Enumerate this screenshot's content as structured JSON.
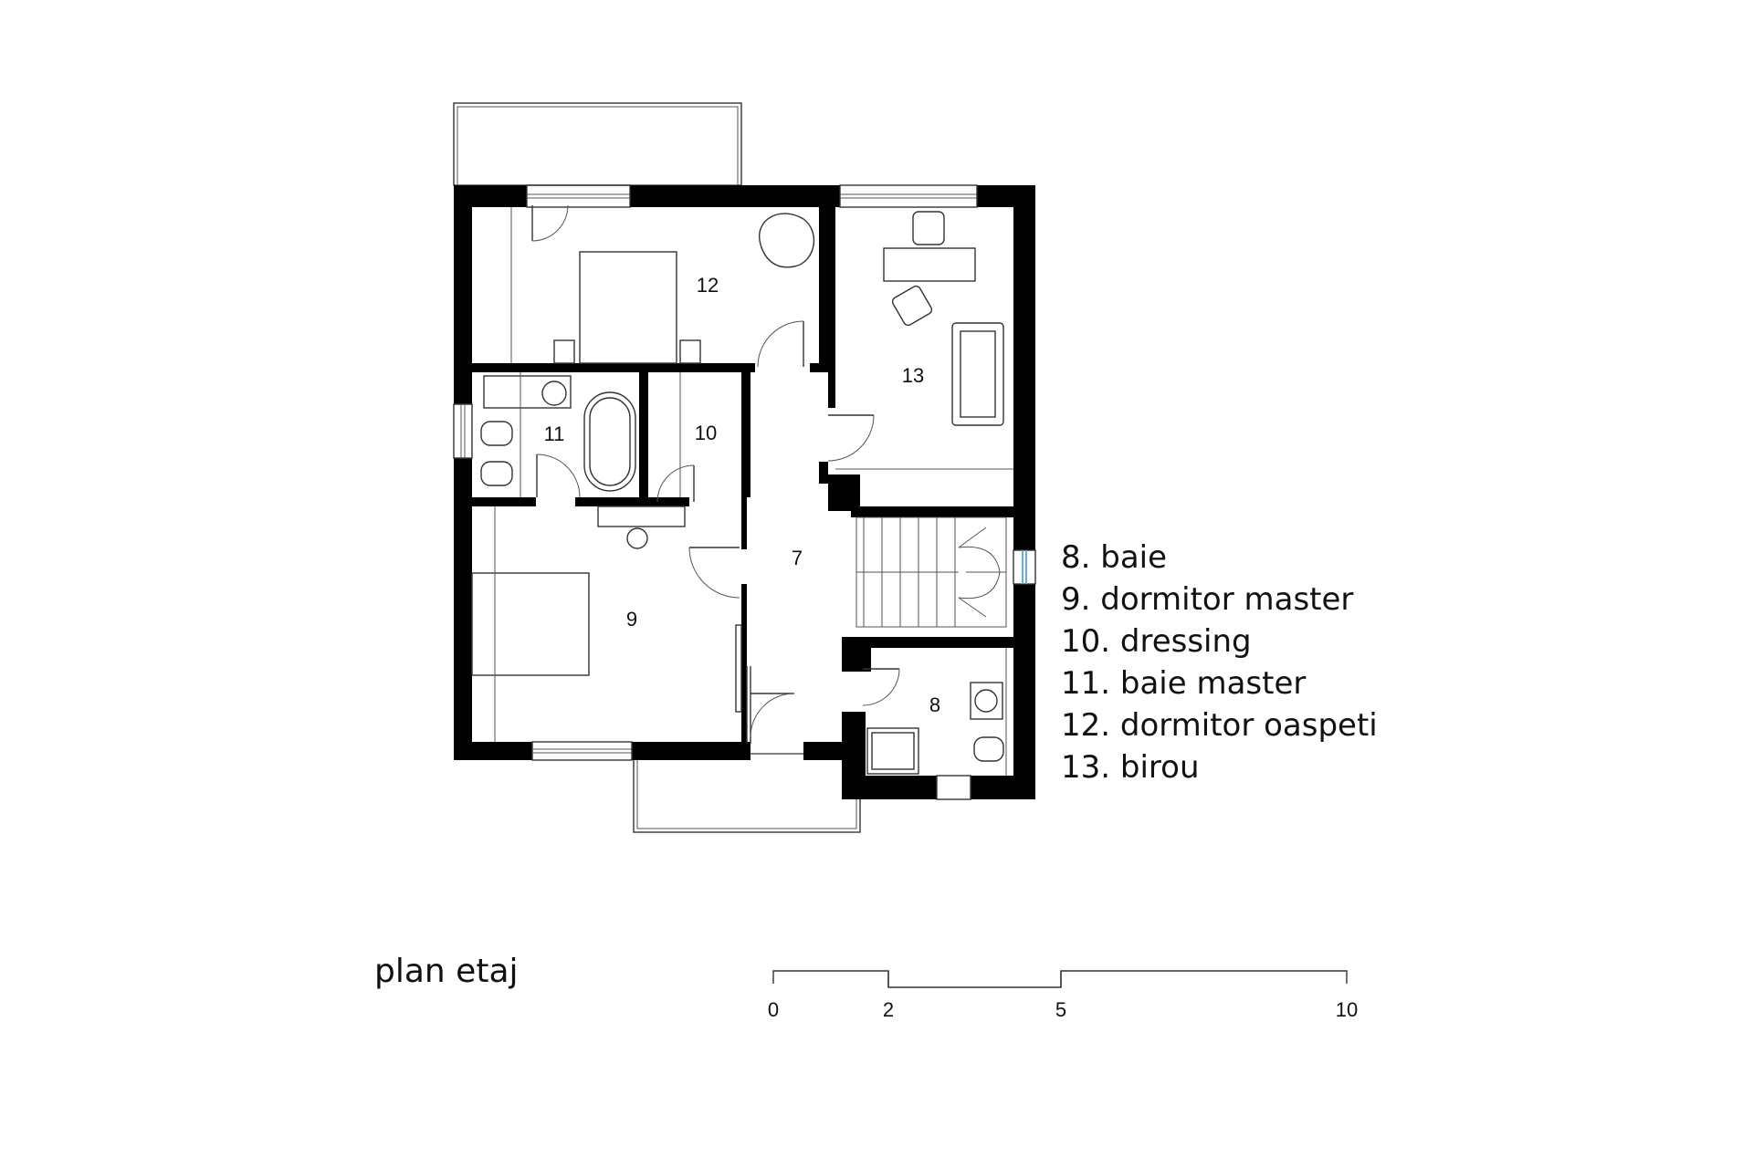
{
  "plan": {
    "title": "plan etaj",
    "room_numbers": {
      "r7": "7",
      "r8": "8",
      "r9": "9",
      "r10": "10",
      "r11": "11",
      "r12": "12",
      "r13": "13"
    }
  },
  "legend": {
    "items": [
      "8. baie",
      "9. dormitor master",
      "10. dressing",
      "11. baie master",
      "12. dormitor oaspeti",
      "13. birou"
    ]
  },
  "scale_bar": {
    "labels": [
      "0",
      "2",
      "5",
      "10"
    ]
  },
  "colors": {
    "wall": "#000000",
    "line": "#333333",
    "window_glass": "#5fb3d9"
  }
}
